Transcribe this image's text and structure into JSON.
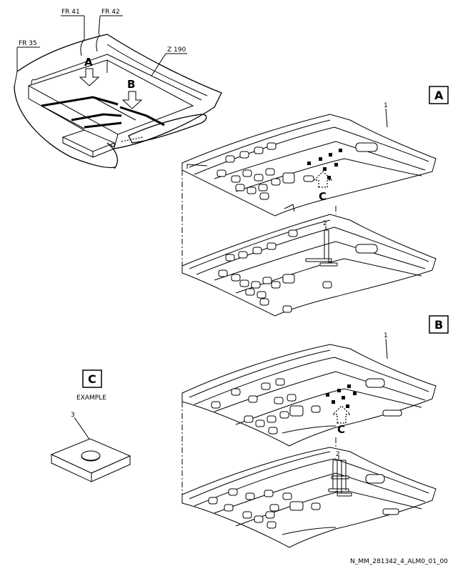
{
  "labels": {
    "fr41": "FR 41",
    "fr42": "FR 42",
    "fr35": "FR 35",
    "z190": "Z 190",
    "arrow_a": "A",
    "arrow_b": "B",
    "view_c": "C",
    "view_c_bottom": "C",
    "box_a": "A",
    "box_b": "B",
    "box_c": "C",
    "example": "EXAMPLE",
    "part1_top": "1",
    "part2_top": "2",
    "part1_bottom": "1",
    "part2_bottom": "2",
    "part3": "3",
    "drawing_id": "N_MM_281342_4_ALM0_01_00"
  }
}
